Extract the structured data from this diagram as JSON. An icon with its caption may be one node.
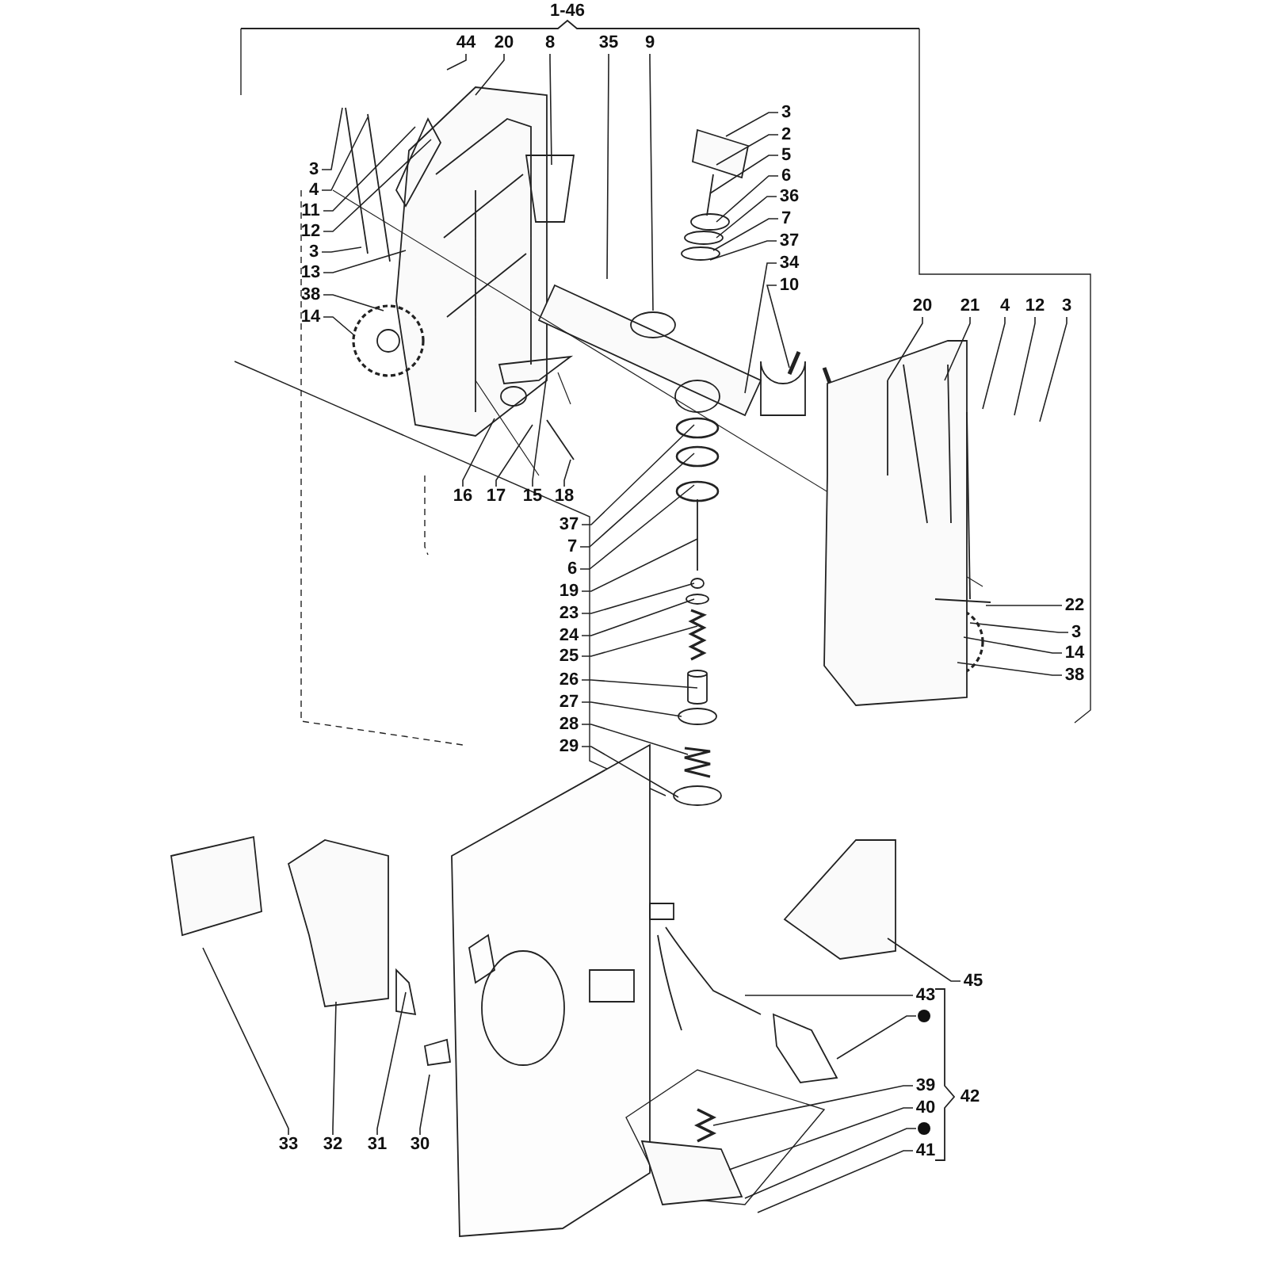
{
  "diagram": {
    "nodes": [
      {
        "text": [
          "44"
        ]
      },
      {
        "text": [
          "20"
        ]
      },
      {
        "text": [
          "8"
        ]
      },
      {
        "text": [
          "35"
        ]
      },
      {
        "text": [
          "9"
        ]
      },
      {
        "text": [
          "3"
        ]
      },
      {
        "text": [
          "2"
        ]
      },
      {
        "text": [
          "5"
        ]
      },
      {
        "text": [
          "6"
        ]
      },
      {
        "text": [
          "36"
        ]
      },
      {
        "text": [
          "7"
        ]
      },
      {
        "text": [
          "37"
        ]
      },
      {
        "text": [
          "34"
        ]
      },
      {
        "text": [
          "10"
        ]
      },
      {
        "text": [
          "3"
        ]
      },
      {
        "text": [
          "4"
        ]
      },
      {
        "text": [
          "11"
        ]
      },
      {
        "text": [
          "12"
        ]
      },
      {
        "text": [
          "3"
        ]
      },
      {
        "text": [
          "13"
        ]
      },
      {
        "text": [
          "38"
        ]
      },
      {
        "text": [
          "14"
        ]
      },
      {
        "text": [
          "20"
        ]
      },
      {
        "text": [
          "21"
        ]
      },
      {
        "text": [
          "4"
        ]
      },
      {
        "text": [
          "12"
        ]
      },
      {
        "text": [
          "3"
        ]
      },
      {
        "text": [
          "16"
        ]
      },
      {
        "text": [
          "17"
        ]
      },
      {
        "text": [
          "15"
        ]
      },
      {
        "text": [
          "18"
        ]
      },
      {
        "text": [
          "37"
        ]
      },
      {
        "text": [
          "7"
        ]
      },
      {
        "text": [
          "6"
        ]
      },
      {
        "text": [
          "19"
        ]
      },
      {
        "text": [
          "23"
        ]
      },
      {
        "text": [
          "24"
        ]
      },
      {
        "text": [
          "25"
        ]
      },
      {
        "text": [
          "26"
        ]
      },
      {
        "text": [
          "27"
        ]
      },
      {
        "text": [
          "28"
        ]
      },
      {
        "text": [
          "29"
        ]
      },
      {
        "text": [
          "22"
        ]
      },
      {
        "text": [
          "3"
        ]
      },
      {
        "text": [
          "14"
        ]
      },
      {
        "text": [
          "38"
        ]
      },
      {
        "text": [
          "45"
        ]
      },
      {
        "text": [
          "43"
        ]
      },
      {
        "text": [],
        "shape": "circle"
      },
      {
        "text": [
          "39"
        ]
      },
      {
        "text": [
          "40"
        ]
      },
      {
        "text": [],
        "shape": "circle"
      },
      {
        "text": [
          "41"
        ]
      },
      {
        "text": [
          "33"
        ]
      },
      {
        "text": [
          "32"
        ]
      },
      {
        "text": [
          "31"
        ]
      },
      {
        "text": [
          "30"
        ]
      }
    ],
    "edges": [
      {
        "from": 0,
        "to": null,
        "arrow": "none"
      },
      {
        "from": 1,
        "to": null,
        "arrow": "none"
      },
      {
        "from": 2,
        "to": null,
        "arrow": "none"
      },
      {
        "from": 3,
        "to": null,
        "arrow": "none"
      },
      {
        "from": 4,
        "to": null,
        "arrow": "none"
      },
      {
        "from": 5,
        "to": null,
        "arrow": "none"
      },
      {
        "from": 6,
        "to": null,
        "arrow": "none"
      },
      {
        "from": 7,
        "to": null,
        "arrow": "none"
      },
      {
        "from": 8,
        "to": null,
        "arrow": "none"
      },
      {
        "from": 9,
        "to": null,
        "arrow": "none"
      },
      {
        "from": 10,
        "to": null,
        "arrow": "none"
      },
      {
        "from": 11,
        "to": null,
        "arrow": "none"
      },
      {
        "from": 12,
        "to": null,
        "arrow": "none"
      },
      {
        "from": 13,
        "to": null,
        "arrow": "none"
      },
      {
        "from": 14,
        "to": null,
        "arrow": "none"
      },
      {
        "from": 15,
        "to": null,
        "arrow": "none"
      },
      {
        "from": 16,
        "to": null,
        "arrow": "none"
      },
      {
        "from": 17,
        "to": null,
        "arrow": "none"
      },
      {
        "from": 18,
        "to": null,
        "arrow": "none"
      },
      {
        "from": 19,
        "to": null,
        "arrow": "none"
      },
      {
        "from": 20,
        "to": null,
        "arrow": "none"
      },
      {
        "from": 21,
        "to": null,
        "arrow": "none"
      },
      {
        "from": 22,
        "to": null,
        "arrow": "none"
      },
      {
        "from": 23,
        "to": null,
        "arrow": "none"
      },
      {
        "from": 24,
        "to": null,
        "arrow": "none"
      },
      {
        "from": 25,
        "to": null,
        "arrow": "none"
      },
      {
        "from": 26,
        "to": null,
        "arrow": "none"
      },
      {
        "from": 27,
        "to": null,
        "arrow": "none"
      },
      {
        "from": 28,
        "to": null,
        "arrow": "none"
      },
      {
        "from": 29,
        "to": null,
        "arrow": "none"
      },
      {
        "from": 30,
        "to": null,
        "arrow": "none"
      },
      {
        "from": 31,
        "to": null,
        "arrow": "none"
      },
      {
        "from": 32,
        "to": null,
        "arrow": "none"
      },
      {
        "from": 33,
        "to": null,
        "arrow": "none"
      },
      {
        "from": 34,
        "to": null,
        "arrow": "none"
      },
      {
        "from": 35,
        "to": null,
        "arrow": "none"
      },
      {
        "from": 36,
        "to": null,
        "arrow": "none"
      },
      {
        "from": 37,
        "to": null,
        "arrow": "none"
      },
      {
        "from": 38,
        "to": null,
        "arrow": "none"
      },
      {
        "from": 39,
        "to": null,
        "arrow": "none"
      },
      {
        "from": 40,
        "to": null,
        "arrow": "none"
      },
      {
        "from": 41,
        "to": null,
        "arrow": "none"
      },
      {
        "from": 42,
        "to": null,
        "arrow": "none"
      },
      {
        "from": 43,
        "to": null,
        "arrow": "none"
      },
      {
        "from": 44,
        "to": null,
        "arrow": "none"
      },
      {
        "from": 45,
        "to": null,
        "arrow": "none"
      },
      {
        "from": 46,
        "to": null,
        "arrow": "none"
      },
      {
        "from": 47,
        "to": null,
        "arrow": "none"
      },
      {
        "from": 48,
        "to": null,
        "arrow": "none"
      },
      {
        "from": 49,
        "to": null,
        "arrow": "none"
      },
      {
        "from": 50,
        "to": null,
        "arrow": "none"
      },
      {
        "from": 51,
        "to": null,
        "arrow": "none"
      },
      {
        "from": 52,
        "to": null,
        "arrow": "none"
      },
      {
        "from": 53,
        "to": null,
        "arrow": "none"
      },
      {
        "from": 54,
        "to": null,
        "arrow": "none"
      },
      {
        "from": 55,
        "to": null,
        "arrow": "none"
      },
      {
        "from": 56,
        "to": null,
        "arrow": "none"
      }
    ],
    "labels": [
      "1-46",
      "42"
    ]
  }
}
